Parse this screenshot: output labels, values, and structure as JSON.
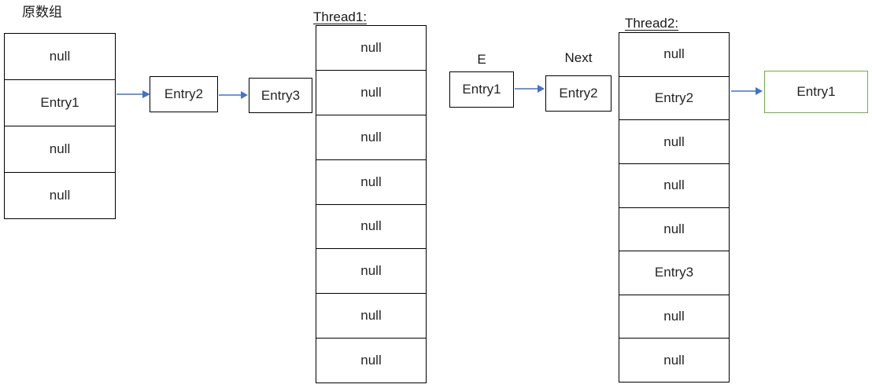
{
  "original_array": {
    "label": "原数组",
    "cells": [
      "null",
      "Entry1",
      "null",
      "null"
    ]
  },
  "chain": {
    "entry2": "Entry2",
    "entry3": "Entry3"
  },
  "thread1": {
    "label": "Thread1:",
    "cells": [
      "null",
      "null",
      "null",
      "null",
      "null",
      "null",
      "null",
      "null"
    ]
  },
  "pointers": {
    "e_label": "E",
    "e_box": "Entry1",
    "next_label": "Next",
    "next_box": "Entry2"
  },
  "thread2": {
    "label": "Thread2:",
    "cells": [
      "null",
      "Entry2",
      "null",
      "null",
      "null",
      "Entry3",
      "null",
      "null"
    ]
  },
  "result_box": {
    "label": "Entry1"
  },
  "colors": {
    "arrow_blue": "#4472C4",
    "box_border_black": "#000000",
    "result_border_green": "#70AD47"
  }
}
